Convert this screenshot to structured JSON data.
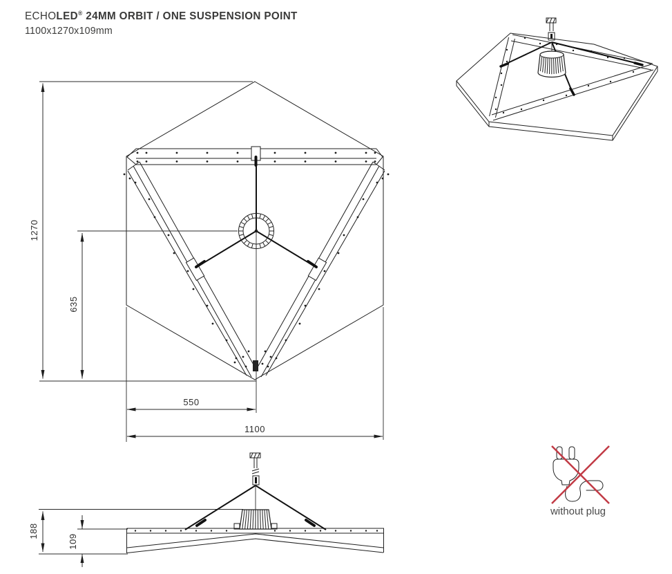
{
  "header": {
    "brand_regular": "ECHO",
    "brand_bold": "LED",
    "registered_mark": "®",
    "title_rest": " 24MM ORBIT / ONE SUSPENSION POINT",
    "subtitle": "1100x1270x109mm"
  },
  "plan_view": {
    "dim_height_label": "1270",
    "dim_half_height_label": "635",
    "dim_half_width_label": "550",
    "dim_width_label": "1100"
  },
  "side_view": {
    "dim_overall_height_label": "188",
    "dim_panel_depth_label": "109"
  },
  "no_plug": {
    "caption": "without plug",
    "icon": "plug-crossed-icon"
  },
  "icons": {
    "suspension": "ceiling-mount-icon",
    "luminaire": "ribbed-cylinder-led-module"
  },
  "colors": {
    "line": "#1f1f1f",
    "dimension_text": "#2e2e2e",
    "cross_red": "#c23b46",
    "caption_gray": "#4a4a4a",
    "title": "#3a3a39"
  }
}
